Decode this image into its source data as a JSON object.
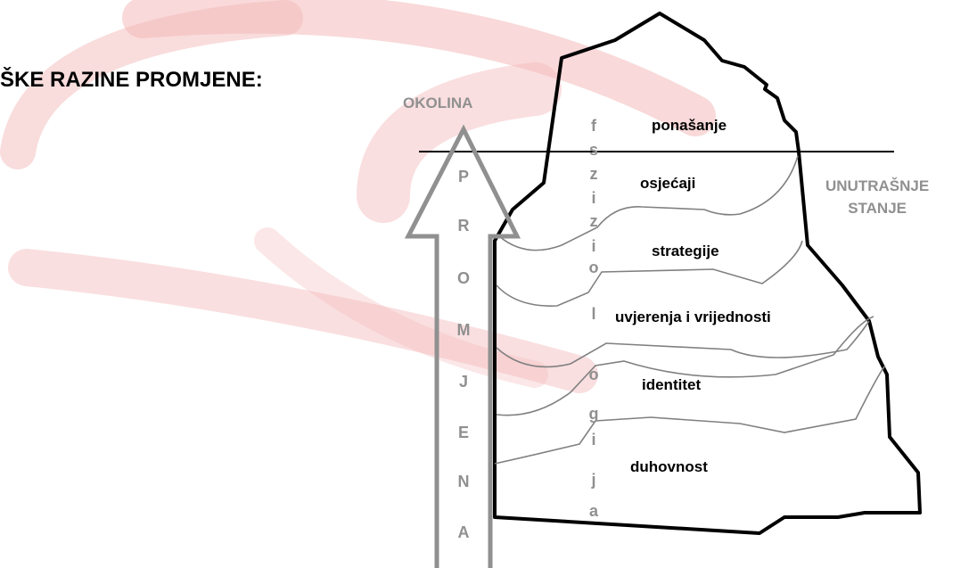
{
  "title": "ŠKE RAZINE PROMJENE:",
  "environment_label": "OKOLINA",
  "internal_state_label": [
    "UNUTRAŠNJE",
    "STANJE"
  ],
  "arrow_letters": [
    "P",
    "R",
    "O",
    "M",
    "J",
    "E",
    "N",
    "A"
  ],
  "physiology_letters": [
    "f",
    "s",
    "z",
    "i",
    "z",
    "i",
    "o",
    "l",
    "o",
    "g",
    "i",
    "j",
    "a"
  ],
  "levels": [
    "ponašanje",
    "osjećaji",
    "strategije",
    "uvjerenja i vrijednosti",
    "identitet",
    "duhovnost"
  ],
  "colors": {
    "watermark": "#f4b9ba",
    "grey_text": "#909090",
    "lines": "#000000",
    "arrow": "#909090"
  }
}
